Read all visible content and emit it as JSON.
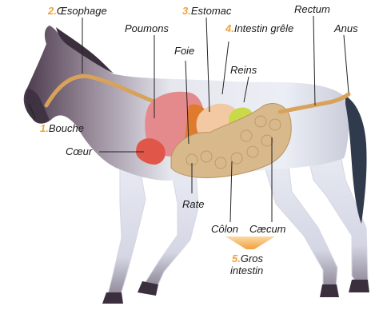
{
  "labels": {
    "esophagus": {
      "num": "2.",
      "text": "Œsophage"
    },
    "stomach": {
      "num": "3.",
      "text": "Estomac"
    },
    "small_intestine": {
      "num": "4.",
      "text": "Intestin grêle"
    },
    "mouth": {
      "num": "1.",
      "text": "Bouche"
    },
    "large_intestine": {
      "num": "5.",
      "text": "Gros",
      "text2": "intestin"
    },
    "rectum": "Rectum",
    "anus": "Anus",
    "lungs": "Poumons",
    "liver": "Foie",
    "kidneys": "Reins",
    "heart": "Cœur",
    "spleen": "Rate",
    "colon": "Côlon",
    "cecum": "Cæcum"
  },
  "colors": {
    "number_accent": "#f2a13a",
    "esophagus_tube": "#d9a25a",
    "lungs": "#e58a8c",
    "liver": "#e07a2c",
    "stomach": "#f3c9a4",
    "intestine": "#d8b98c",
    "kidneys": "#c9d94a",
    "heart": "#e0574a",
    "horse_head": "#5a4a5c"
  }
}
